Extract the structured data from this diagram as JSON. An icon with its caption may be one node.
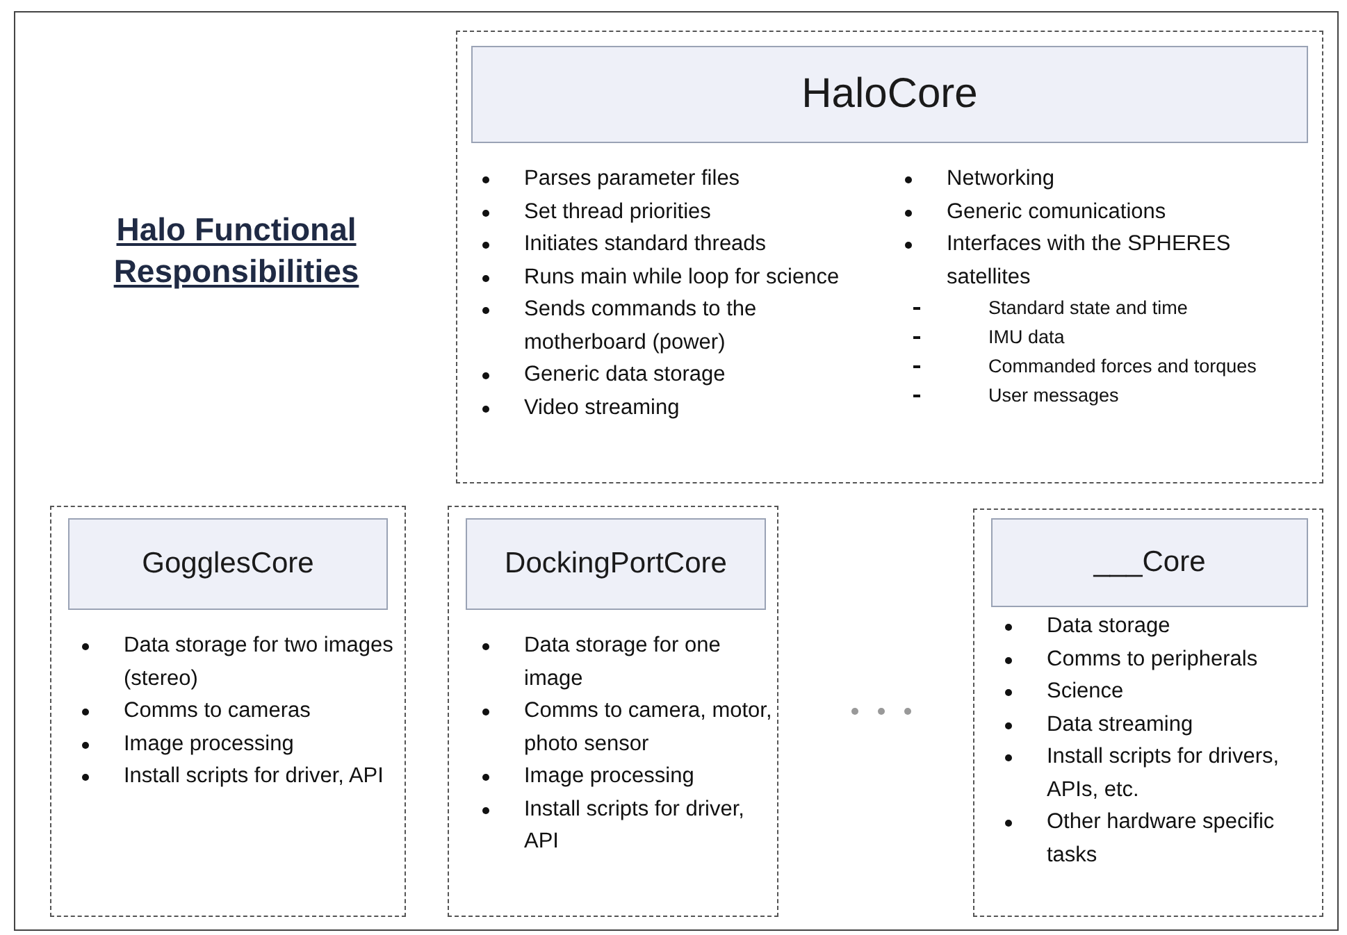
{
  "diagram": {
    "title": "Halo Functional Responsibilities",
    "nodes": [
      {
        "text": [
          "Parses parameter files",
          "Set thread priorities",
          "Initiates standard threads",
          "Runs main while loop for science",
          "Sends commands to the motherboard (power)",
          "Generic data storage",
          "Video streaming",
          "Networking",
          "Generic comunications",
          "Interfaces with the SPHERES satellites",
          "Standard state and time",
          "IMU data",
          "Commanded forces and torques",
          "User messages"
        ]
      },
      {
        "text": [
          "HaloCore"
        ],
        "in": 0
      },
      {
        "text": [
          "Data storage for two images (stereo)",
          "Comms to cameras",
          "Image processing",
          "Install scripts for driver, API"
        ]
      },
      {
        "text": [
          "GogglesCore"
        ],
        "in": 2
      },
      {
        "text": [
          "Data storage for one image",
          "Comms to camera, motor, photo sensor",
          "Image processing",
          "Install scripts for driver, API"
        ]
      },
      {
        "text": [
          "DockingPortCore"
        ],
        "in": 4
      },
      {
        "text": [
          "Data storage",
          "Comms to peripherals",
          "Science",
          "Data streaming",
          "Install scripts for drivers, APIs, etc.",
          "Other hardware specific tasks"
        ]
      },
      {
        "text": [
          "___Core"
        ],
        "in": 6
      }
    ]
  }
}
